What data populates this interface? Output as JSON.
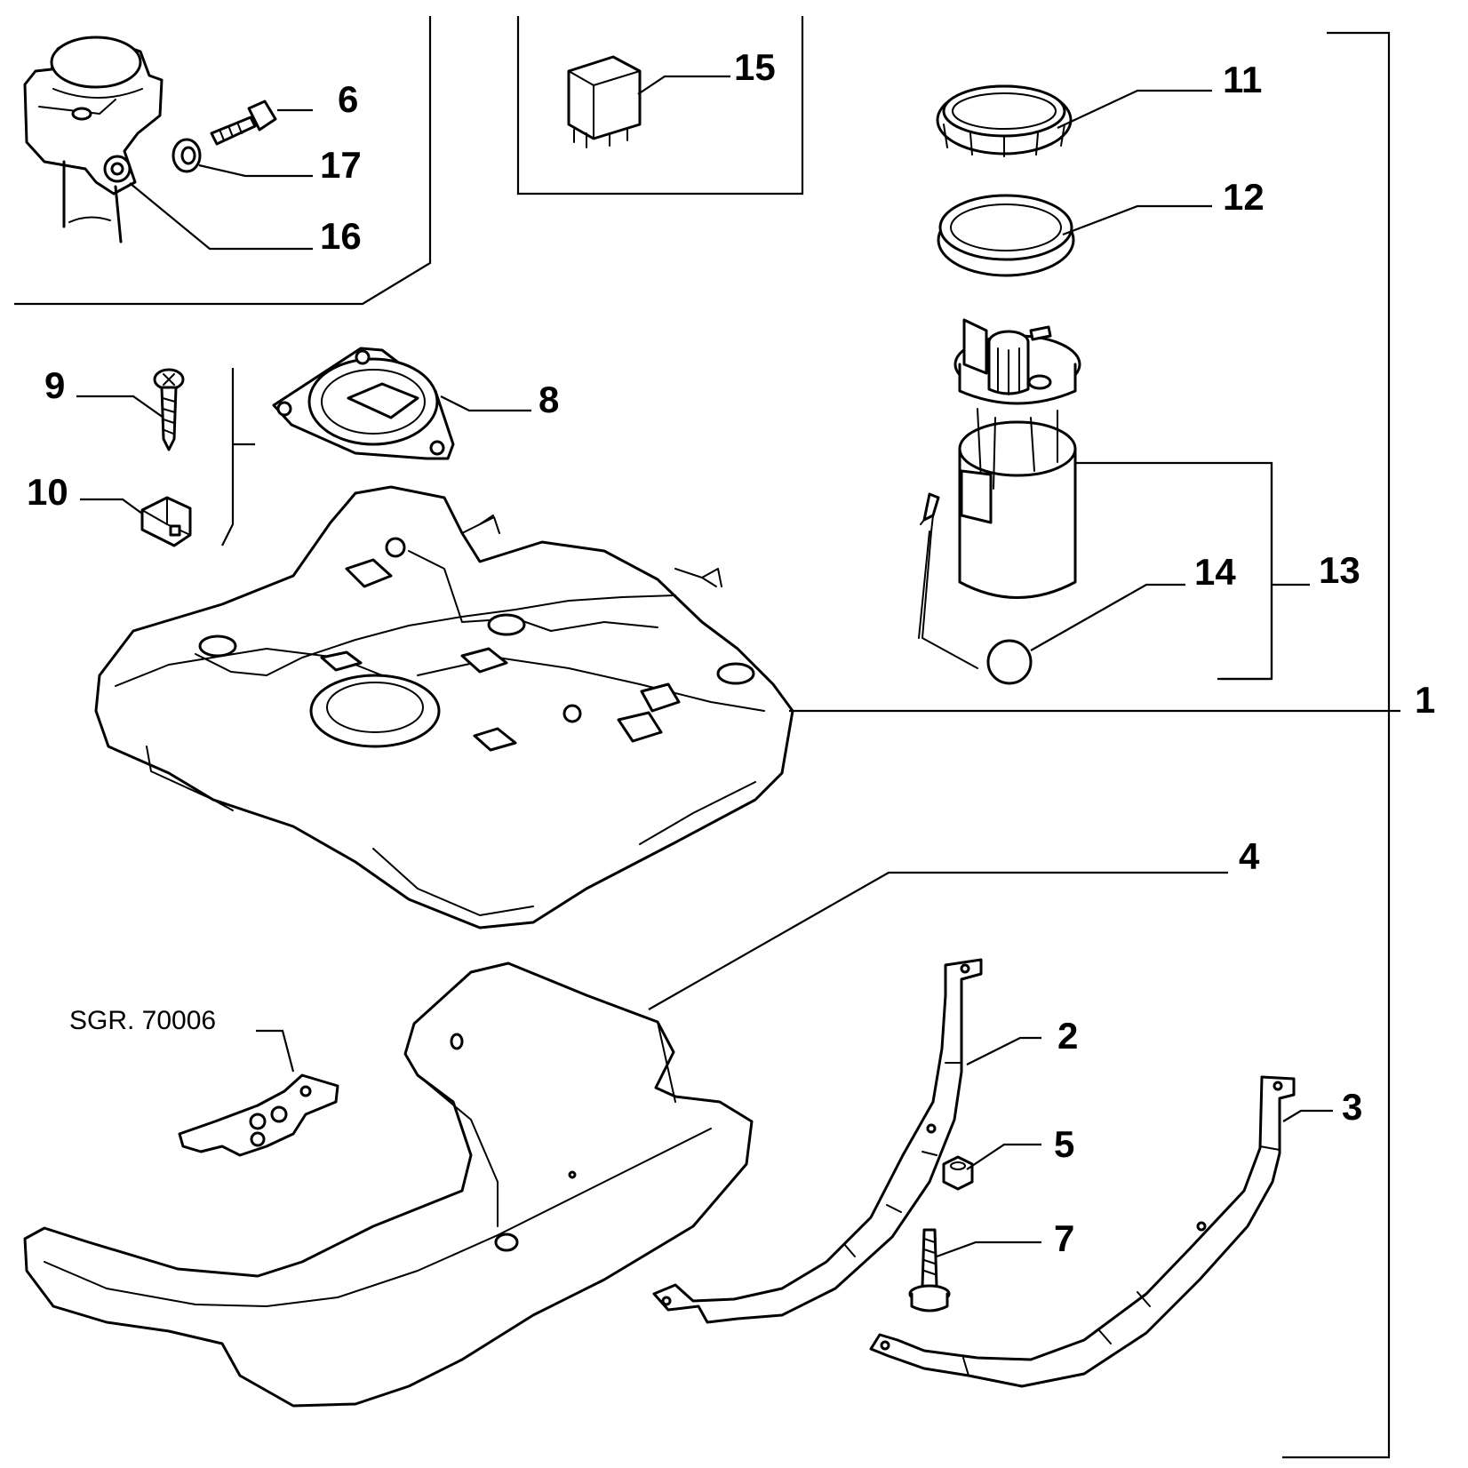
{
  "callouts": {
    "c1": "1",
    "c2": "2",
    "c3": "3",
    "c4": "4",
    "c5": "5",
    "c6": "6",
    "c7": "7",
    "c8": "8",
    "c9": "9",
    "c10": "10",
    "c11": "11",
    "c12": "12",
    "c13": "13",
    "c14": "14",
    "c15": "15",
    "c16": "16",
    "c17": "17"
  },
  "reference_label": "SGR. 70006",
  "colors": {
    "line": "#000000",
    "background": "#ffffff"
  }
}
